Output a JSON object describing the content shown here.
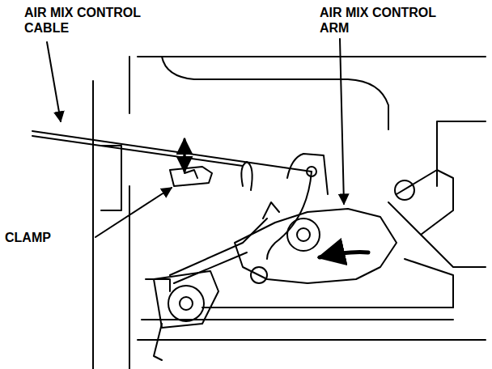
{
  "diagram": {
    "labels": [
      "AIR MIX CONTROL CABLE",
      "AIR MIX CONTROL ARM",
      "CLAMP"
    ]
  }
}
